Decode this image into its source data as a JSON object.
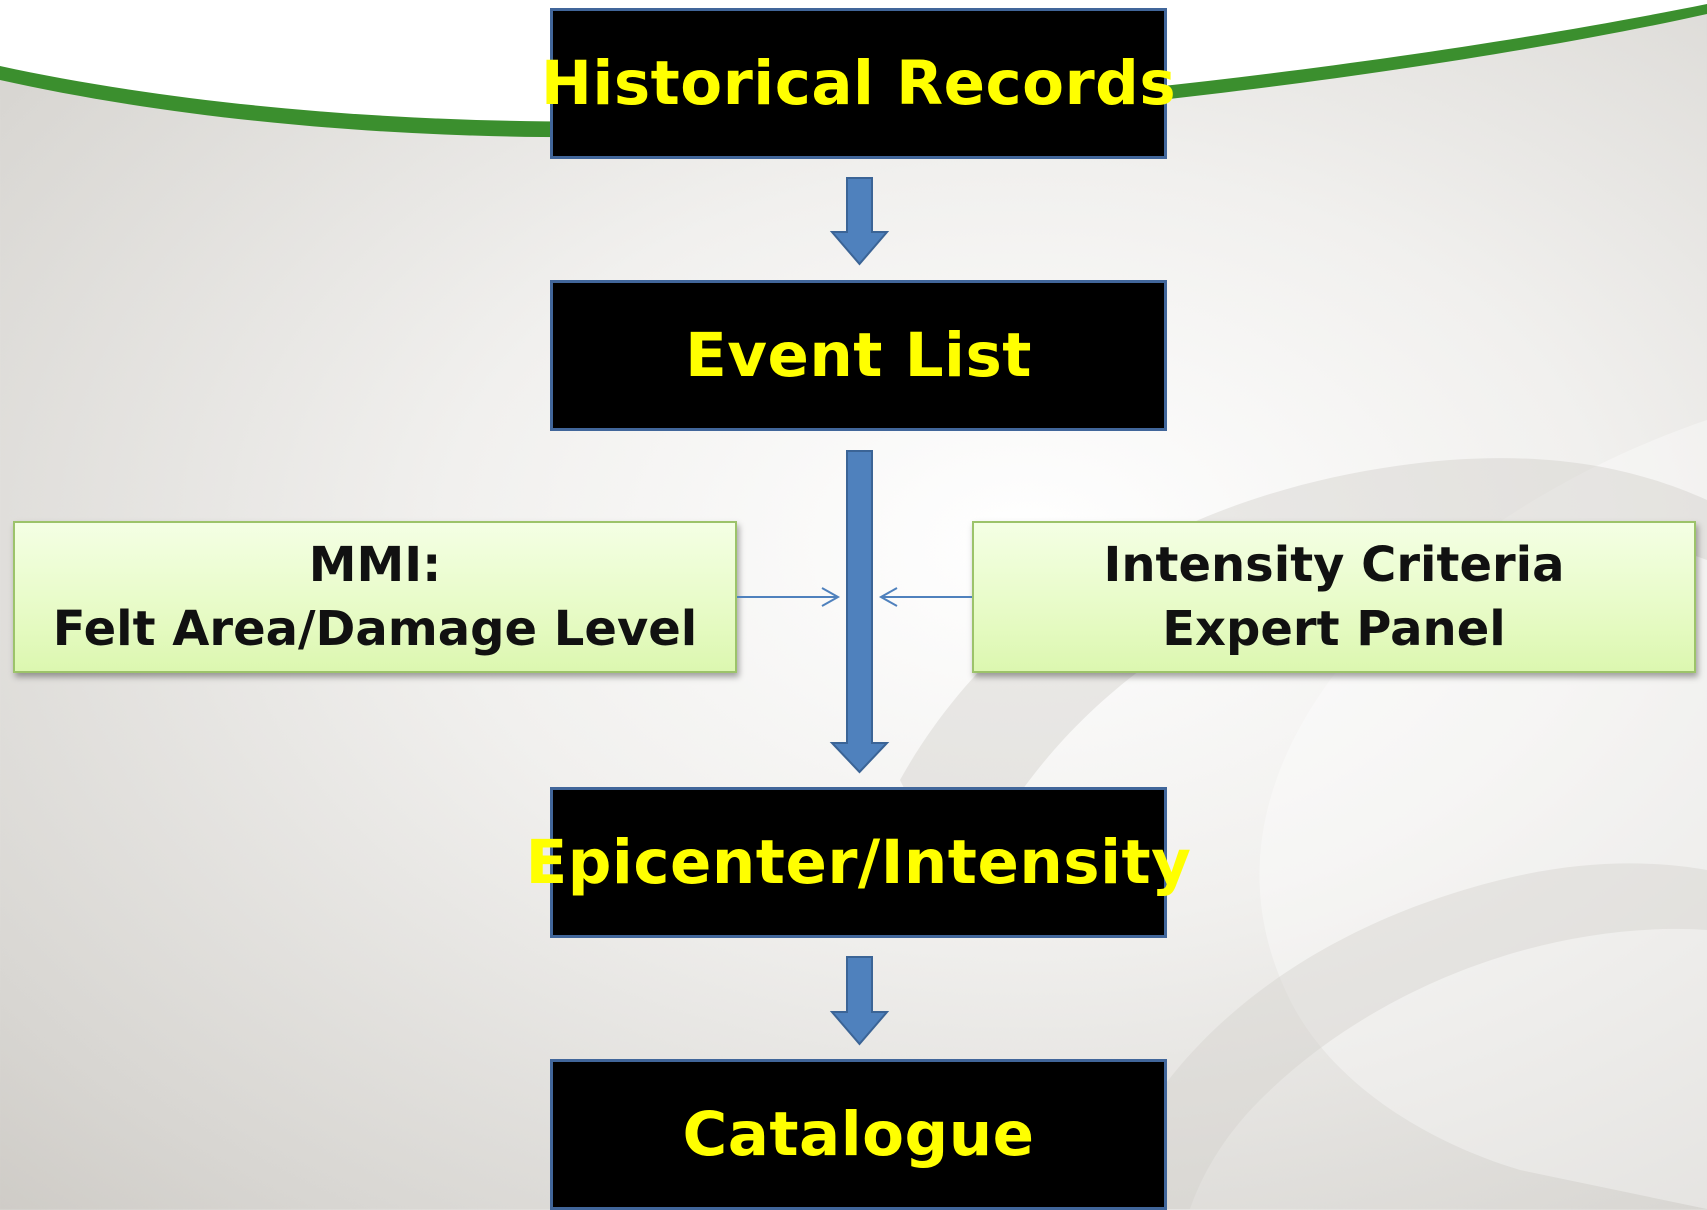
{
  "colors": {
    "box_fill": "#000000",
    "box_border": "#41669a",
    "box_text": "#ffff00",
    "arrow_fill": "#4f81bd",
    "side_box_fill": "#e7fbc6",
    "side_box_border": "#9cc36a",
    "side_box_text": "#111111",
    "banner_green": "#3b8f2e"
  },
  "flow": {
    "boxes": [
      {
        "label": "Historical Records"
      },
      {
        "label": "Event List"
      },
      {
        "label": "Epicenter/Intensity"
      },
      {
        "label": "Catalogue"
      }
    ]
  },
  "inputs": {
    "left": {
      "line1": "MMI:",
      "line2": "Felt Area/Damage Level"
    },
    "right": {
      "line1": "Intensity Criteria",
      "line2": "Expert Panel"
    }
  }
}
